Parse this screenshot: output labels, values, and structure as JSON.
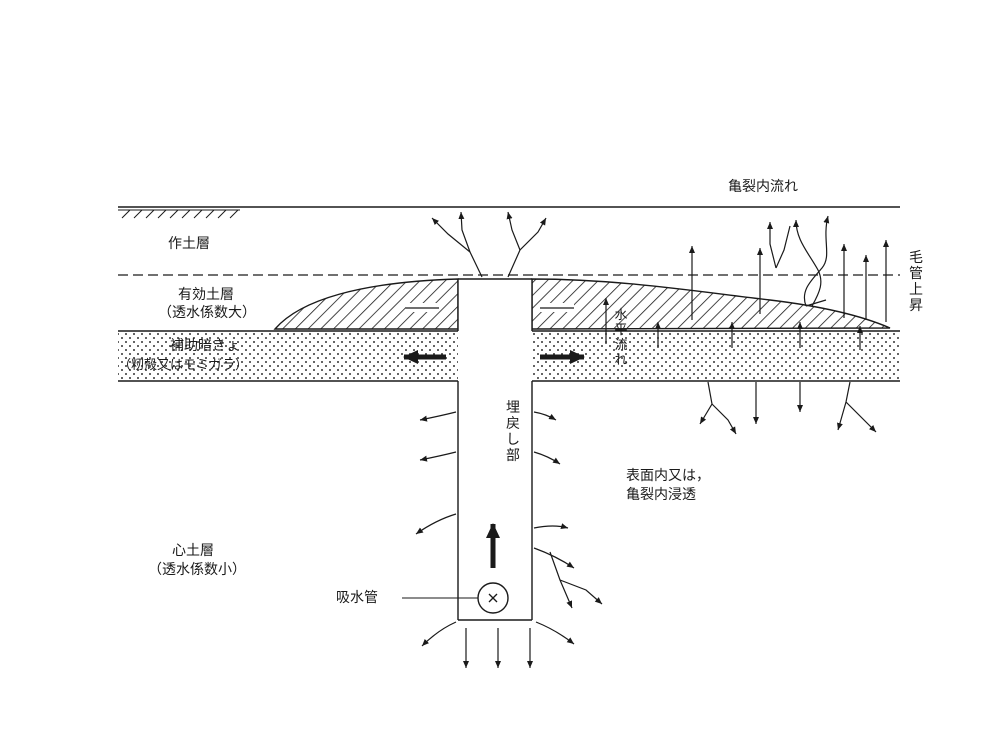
{
  "labels": {
    "crack_flow": "亀裂内流れ",
    "plow_layer": "作土層",
    "effective_layer_1": "有効土層",
    "effective_layer_2": "（透水係数大）",
    "drain_layer_1": "補助暗きょ",
    "drain_layer_2": "（籾殻又はモミガラ）",
    "backfill": "埋戻し部",
    "lateral_flow": "水平流れ",
    "capillary_rise": "毛管上昇",
    "infiltration_1": "表面内又は，",
    "infiltration_2": "亀裂内浸透",
    "subsoil_1": "心土層",
    "subsoil_2": "（透水係数小）",
    "pipe": "吸水管"
  },
  "colors": {
    "line": "#1a1a1a",
    "background": "#ffffff"
  }
}
